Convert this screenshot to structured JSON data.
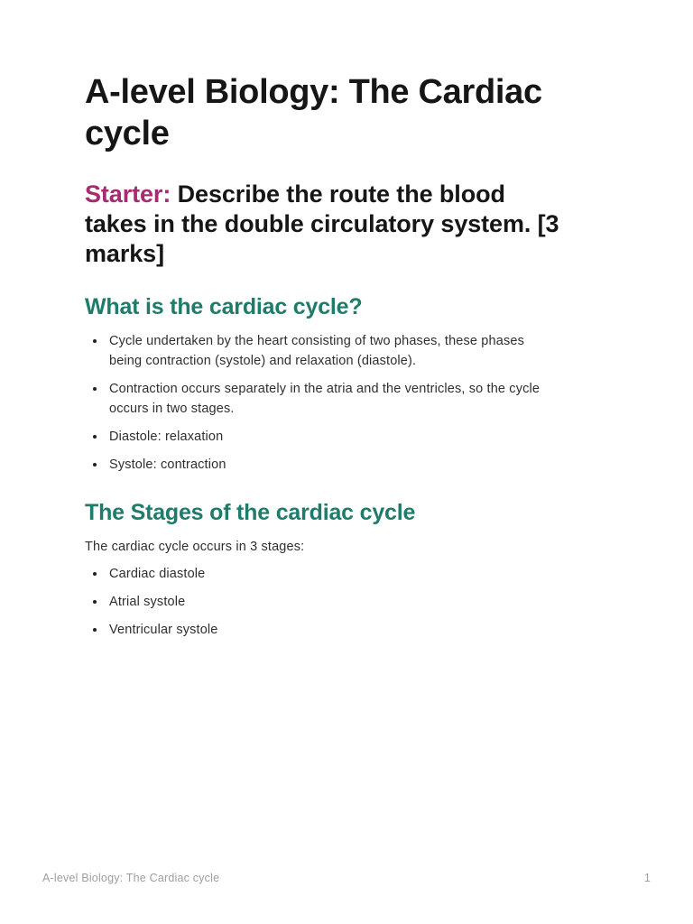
{
  "document": {
    "title_lines": [
      "A-level Biology: The Cardiac",
      "cycle"
    ],
    "starter": {
      "label": "Starter:",
      "lines": [
        "Describe the route the blood",
        "takes in the double circulatory system. [3",
        "marks]"
      ]
    },
    "sections": [
      {
        "heading": "What is the cardiac cycle?",
        "bullets": [
          {
            "lines": [
              "Cycle undertaken by the heart consisting of two phases, these phases",
              "being contraction (systole) and relaxation (diastole)."
            ]
          },
          {
            "lines": [
              "Contraction occurs separately in the atria and the ventricles, so the cycle",
              "occurs in two stages."
            ]
          },
          {
            "lines": [
              "Diastole: relaxation"
            ]
          },
          {
            "lines": [
              "Systole: contraction"
            ]
          }
        ]
      },
      {
        "heading": "The Stages of the cardiac cycle",
        "intro": "The cardiac cycle occurs in 3 stages:",
        "bullets": [
          {
            "lines": [
              "Cardiac diastole"
            ]
          },
          {
            "lines": [
              "Atrial systole"
            ]
          },
          {
            "lines": [
              "Ventricular systole"
            ]
          }
        ]
      }
    ],
    "footer": {
      "left": "A-level Biology: The Cardiac cycle",
      "page_number": "1"
    }
  },
  "colors": {
    "title_black": "#161616",
    "body_text": "#2f2f2f",
    "heading_teal": "#207c6a",
    "starter_magenta": "#a62c71",
    "footer_gray": "#9e9e9e",
    "background": "#ffffff"
  }
}
